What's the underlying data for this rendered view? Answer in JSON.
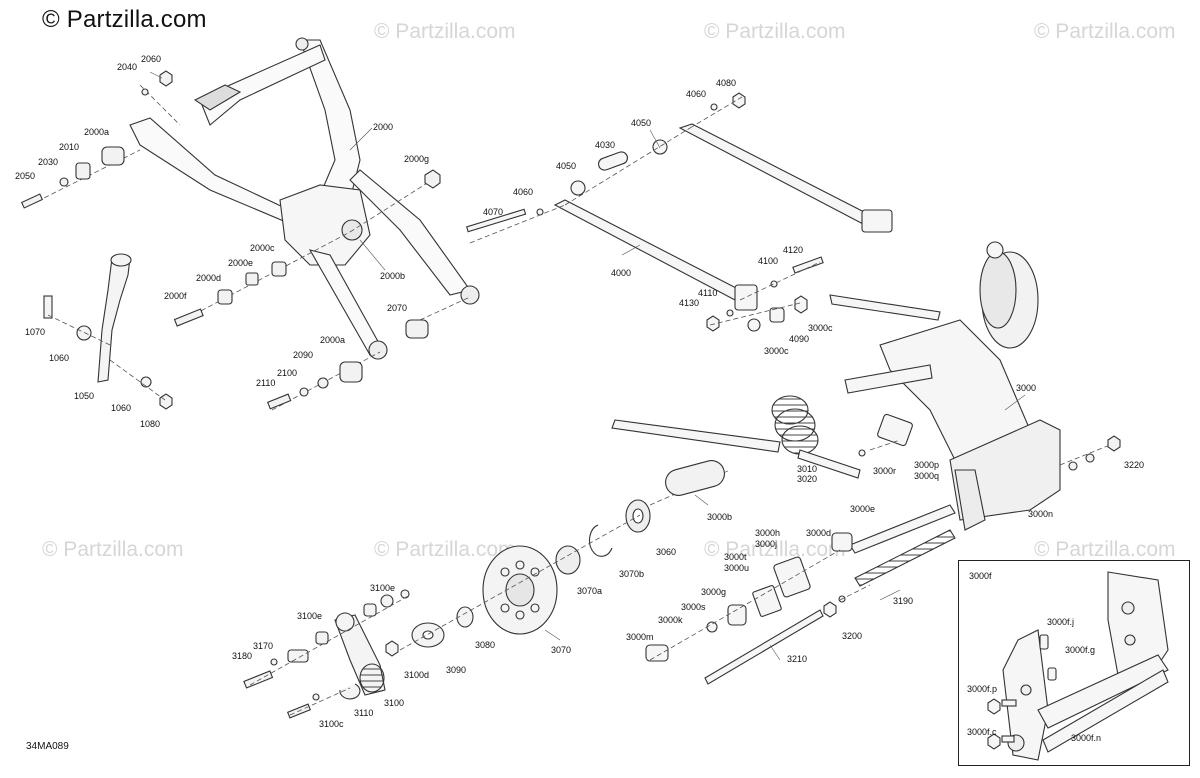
{
  "brand": "© Partzilla.com",
  "watermark": "© Partzilla.com",
  "diagram_id": "34MA089",
  "inset_title": "3000f",
  "callouts": [
    {
      "id": "c2060",
      "text": "2060"
    },
    {
      "id": "c2040",
      "text": "2040"
    },
    {
      "id": "c2000",
      "text": "2000"
    },
    {
      "id": "c2000a_t",
      "text": "2000a"
    },
    {
      "id": "c2010",
      "text": "2010"
    },
    {
      "id": "c2030",
      "text": "2030"
    },
    {
      "id": "c2050",
      "text": "2050"
    },
    {
      "id": "c2000g",
      "text": "2000g"
    },
    {
      "id": "c2000c",
      "text": "2000c"
    },
    {
      "id": "c2000e",
      "text": "2000e"
    },
    {
      "id": "c2000d",
      "text": "2000d"
    },
    {
      "id": "c2000f",
      "text": "2000f"
    },
    {
      "id": "c2000b",
      "text": "2000b"
    },
    {
      "id": "c2070",
      "text": "2070"
    },
    {
      "id": "c2000a_b",
      "text": "2000a"
    },
    {
      "id": "c2090",
      "text": "2090"
    },
    {
      "id": "c2100",
      "text": "2100"
    },
    {
      "id": "c2110",
      "text": "2110"
    },
    {
      "id": "c1070",
      "text": "1070"
    },
    {
      "id": "c1060a",
      "text": "1060"
    },
    {
      "id": "c1050",
      "text": "1050"
    },
    {
      "id": "c1060b",
      "text": "1060"
    },
    {
      "id": "c1080",
      "text": "1080"
    },
    {
      "id": "c4080",
      "text": "4080"
    },
    {
      "id": "c4060a",
      "text": "4060"
    },
    {
      "id": "c4050a",
      "text": "4050"
    },
    {
      "id": "c4030",
      "text": "4030"
    },
    {
      "id": "c4050b",
      "text": "4050"
    },
    {
      "id": "c4060b",
      "text": "4060"
    },
    {
      "id": "c4070",
      "text": "4070"
    },
    {
      "id": "c4000",
      "text": "4000"
    },
    {
      "id": "c4120",
      "text": "4120"
    },
    {
      "id": "c4100",
      "text": "4100"
    },
    {
      "id": "c4110",
      "text": "4110"
    },
    {
      "id": "c4130",
      "text": "4130"
    },
    {
      "id": "c4090",
      "text": "4090"
    },
    {
      "id": "c3000c_a",
      "text": "3000c"
    },
    {
      "id": "c3000c_b",
      "text": "3000c"
    },
    {
      "id": "c3000",
      "text": "3000"
    },
    {
      "id": "c3010",
      "text": "3010"
    },
    {
      "id": "c3020",
      "text": "3020"
    },
    {
      "id": "c3000r",
      "text": "3000r"
    },
    {
      "id": "c3000p",
      "text": "3000p"
    },
    {
      "id": "c3000q",
      "text": "3000q"
    },
    {
      "id": "c3220",
      "text": "3220"
    },
    {
      "id": "c3000b",
      "text": "3000b"
    },
    {
      "id": "c3000e",
      "text": "3000e"
    },
    {
      "id": "c3000n",
      "text": "3000n"
    },
    {
      "id": "c3060",
      "text": "3060"
    },
    {
      "id": "c3070b",
      "text": "3070b"
    },
    {
      "id": "c3070a",
      "text": "3070a"
    },
    {
      "id": "c3070",
      "text": "3070"
    },
    {
      "id": "c3000h",
      "text": "3000h"
    },
    {
      "id": "c3000j",
      "text": "3000j"
    },
    {
      "id": "c3000d",
      "text": "3000d"
    },
    {
      "id": "c3000t",
      "text": "3000t"
    },
    {
      "id": "c3000u",
      "text": "3000u"
    },
    {
      "id": "c3000g",
      "text": "3000g"
    },
    {
      "id": "c3000s",
      "text": "3000s"
    },
    {
      "id": "c3000k",
      "text": "3000k"
    },
    {
      "id": "c3000m",
      "text": "3000m"
    },
    {
      "id": "c3190",
      "text": "3190"
    },
    {
      "id": "c3200",
      "text": "3200"
    },
    {
      "id": "c3210",
      "text": "3210"
    },
    {
      "id": "c3100e_a",
      "text": "3100e"
    },
    {
      "id": "c3100e_b",
      "text": "3100e"
    },
    {
      "id": "c3170",
      "text": "3170"
    },
    {
      "id": "c3180",
      "text": "3180"
    },
    {
      "id": "c3100d",
      "text": "3100d"
    },
    {
      "id": "c3090",
      "text": "3090"
    },
    {
      "id": "c3080",
      "text": "3080"
    },
    {
      "id": "c3100",
      "text": "3100"
    },
    {
      "id": "c3110",
      "text": "3110"
    },
    {
      "id": "c3100c",
      "text": "3100c"
    },
    {
      "id": "c3000fj",
      "text": "3000f.j"
    },
    {
      "id": "c3000fg",
      "text": "3000f.g"
    },
    {
      "id": "c3000fp",
      "text": "3000f.p"
    },
    {
      "id": "c3000fc",
      "text": "3000f.c"
    },
    {
      "id": "c3000fn",
      "text": "3000f.n"
    }
  ]
}
